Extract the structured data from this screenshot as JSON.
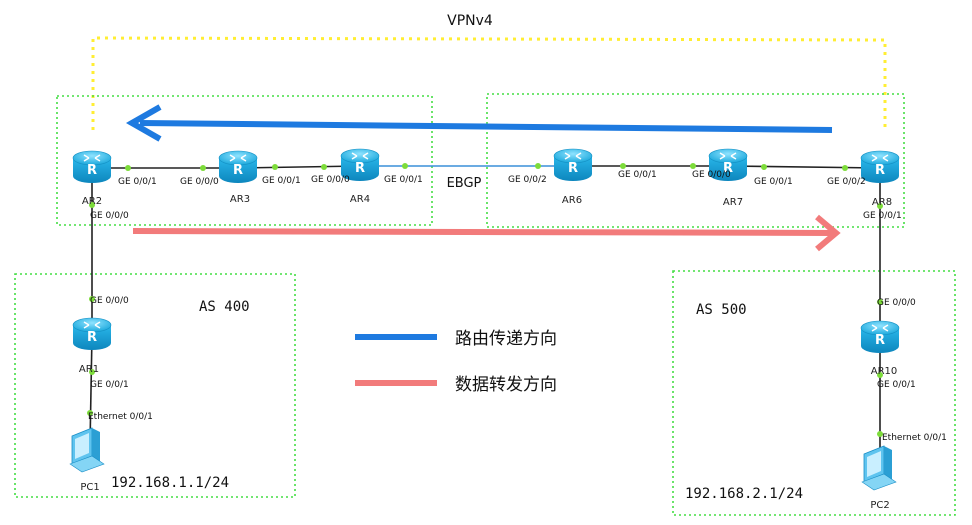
{
  "diagram": {
    "vpn_label": "VPNv4",
    "ebgp_label": "EBGP",
    "as_left": "AS 400",
    "as_right": "AS 500",
    "net_left": "192.168.1.1/24",
    "net_right": "192.168.2.1/24",
    "legend": {
      "route_label": "路由传递方向",
      "route_color": "#1e7ae0",
      "forward_label": "数据转发方向",
      "forward_color": "#f27b7b"
    },
    "routers": {
      "ar2": "AR2",
      "ar3": "AR3",
      "ar4": "AR4",
      "ar6": "AR6",
      "ar7": "AR7",
      "ar8": "AR8",
      "ar1": "AR1",
      "ar10": "AR10"
    },
    "pcs": {
      "pc1": "PC1",
      "pc2": "PC2"
    },
    "ports": {
      "ar2_right": "GE 0/0/1",
      "ar2_down": "GE 0/0/0",
      "ar3_left": "GE 0/0/0",
      "ar3_right": "GE 0/0/1",
      "ar4_left": "GE 0/0/0",
      "ar4_right": "GE 0/0/1",
      "ar6_left": "GE 0/0/2",
      "ar6_right": "GE 0/0/1",
      "ar7_left": "GE 0/0/0",
      "ar7_right": "GE 0/0/1",
      "ar8_left": "GE 0/0/2",
      "ar8_down": "GE 0/0/1",
      "ar1_up": "GE 0/0/0",
      "ar1_down": "GE 0/0/1",
      "pc1_up": "Ethernet 0/0/1",
      "ar10_up": "GE 0/0/0",
      "ar10_down": "GE 0/0/1",
      "pc2_up": "Ethernet 0/0/1"
    }
  }
}
